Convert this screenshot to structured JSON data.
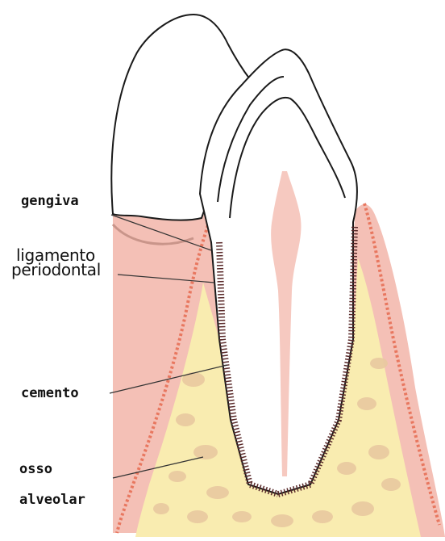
{
  "labels": {
    "gengiva": "gengiva",
    "ligamento_line1": "ligamento",
    "ligamento_line2": "periodontal",
    "cemento": "cemento",
    "osso_line1": "osso",
    "osso_line2": "alveolar"
  },
  "colors": {
    "gum": "#f2b4aa",
    "gum_light": "#f7cfc6",
    "gum_edge": "#e8775f",
    "bone": "#f9ecb0",
    "bone_pattern": "#e9c9a0",
    "tooth": "#ffffff",
    "pulp": "#f6c9c0",
    "outline": "#1a1a1a"
  }
}
